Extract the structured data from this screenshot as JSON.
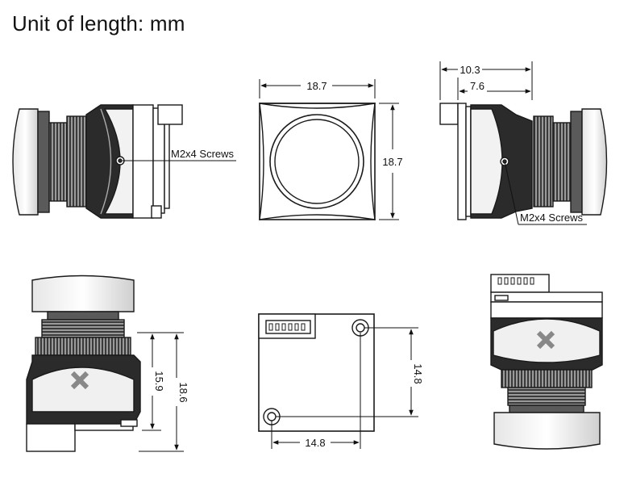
{
  "header": {
    "title": "Unit of length: mm"
  },
  "dimensions": {
    "front_width": "18.7",
    "front_height": "18.7",
    "side_depth_total": "10.3",
    "side_depth_pcb": "7.6",
    "bottom_height_outer": "18.6",
    "bottom_height_inner": "15.9",
    "back_hole_vertical": "14.8",
    "back_hole_horizontal": "14.8"
  },
  "labels": {
    "left_screws": "M2x4 Screws",
    "right_screws": "M2x4 Screws"
  },
  "colors": {
    "line": "#1a1a1a",
    "body_dark": "#2b2b2b",
    "mid_gray": "#8a8a8a",
    "light_gray": "#d9d9d9"
  }
}
